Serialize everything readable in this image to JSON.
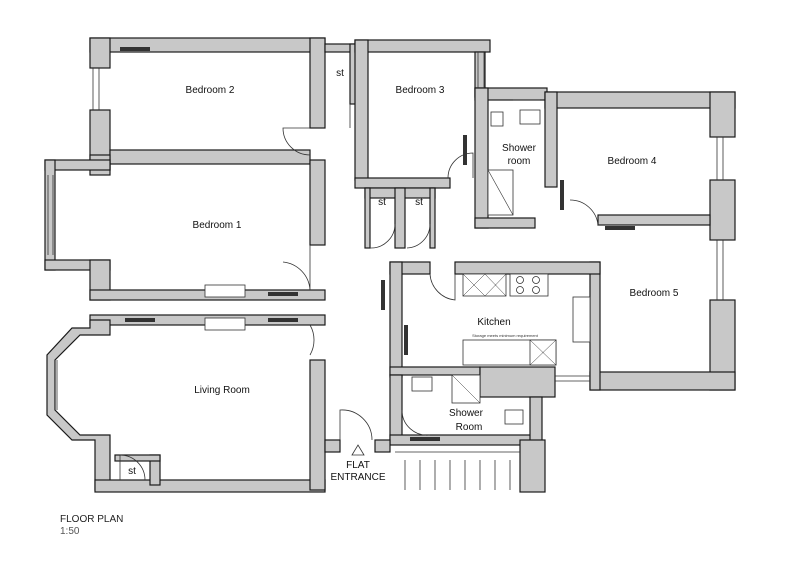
{
  "rooms": {
    "bedroom2": "Bedroom 2",
    "bedroom3": "Bedroom 3",
    "bedroom1": "Bedroom 1",
    "bedroom4": "Bedroom 4",
    "bedroom5": "Bedroom 5",
    "living": "Living Room",
    "kitchen": "Kitchen",
    "kitchen_note": "Storage meets minimum requirement",
    "shower_top_1": "Shower",
    "shower_top_2": "room",
    "shower_bottom_1": "Shower",
    "shower_bottom_2": "Room",
    "storage": "st"
  },
  "entrance": {
    "line1": "FLAT",
    "line2": "ENTRANCE"
  },
  "caption": {
    "title": "FLOOR PLAN",
    "scale": "1:50"
  }
}
